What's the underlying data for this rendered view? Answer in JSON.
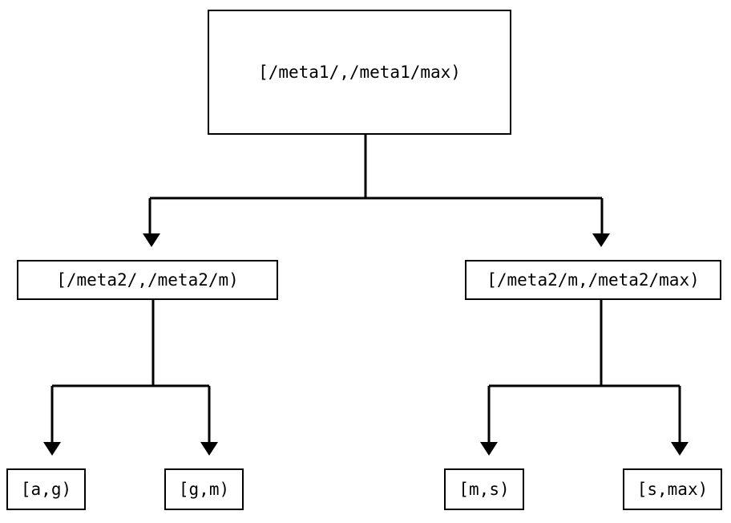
{
  "diagram": {
    "type": "tree",
    "title_visible": false,
    "colors": {
      "background": "#ffffff",
      "stroke": "#000000",
      "text": "#000000",
      "node_fill": "#ffffff"
    },
    "nodes": {
      "root": {
        "id": "root",
        "label": "[/meta1/,/meta1/max)",
        "level": 0
      },
      "mid_left": {
        "id": "mid-left",
        "label": "[/meta2/,/meta2/m)",
        "level": 1
      },
      "mid_right": {
        "id": "mid-right",
        "label": "[/meta2/m,/meta2/max)",
        "level": 1
      },
      "leaf_ag": {
        "id": "leaf-a-g",
        "label": "[a,g)",
        "level": 2
      },
      "leaf_gm": {
        "id": "leaf-g-m",
        "label": "[g,m)",
        "level": 2
      },
      "leaf_ms": {
        "id": "leaf-m-s",
        "label": "[m,s)",
        "level": 2
      },
      "leaf_smax": {
        "id": "leaf-s-max",
        "label": "[s,max)",
        "level": 2
      }
    },
    "edges": [
      {
        "from": "root",
        "to": "mid_left",
        "arrow": "down"
      },
      {
        "from": "root",
        "to": "mid_right",
        "arrow": "down"
      },
      {
        "from": "mid_left",
        "to": "leaf_ag",
        "arrow": "down"
      },
      {
        "from": "mid_left",
        "to": "leaf_gm",
        "arrow": "down"
      },
      {
        "from": "mid_right",
        "to": "leaf_ms",
        "arrow": "down"
      },
      {
        "from": "mid_right",
        "to": "leaf_smax",
        "arrow": "down"
      }
    ]
  }
}
